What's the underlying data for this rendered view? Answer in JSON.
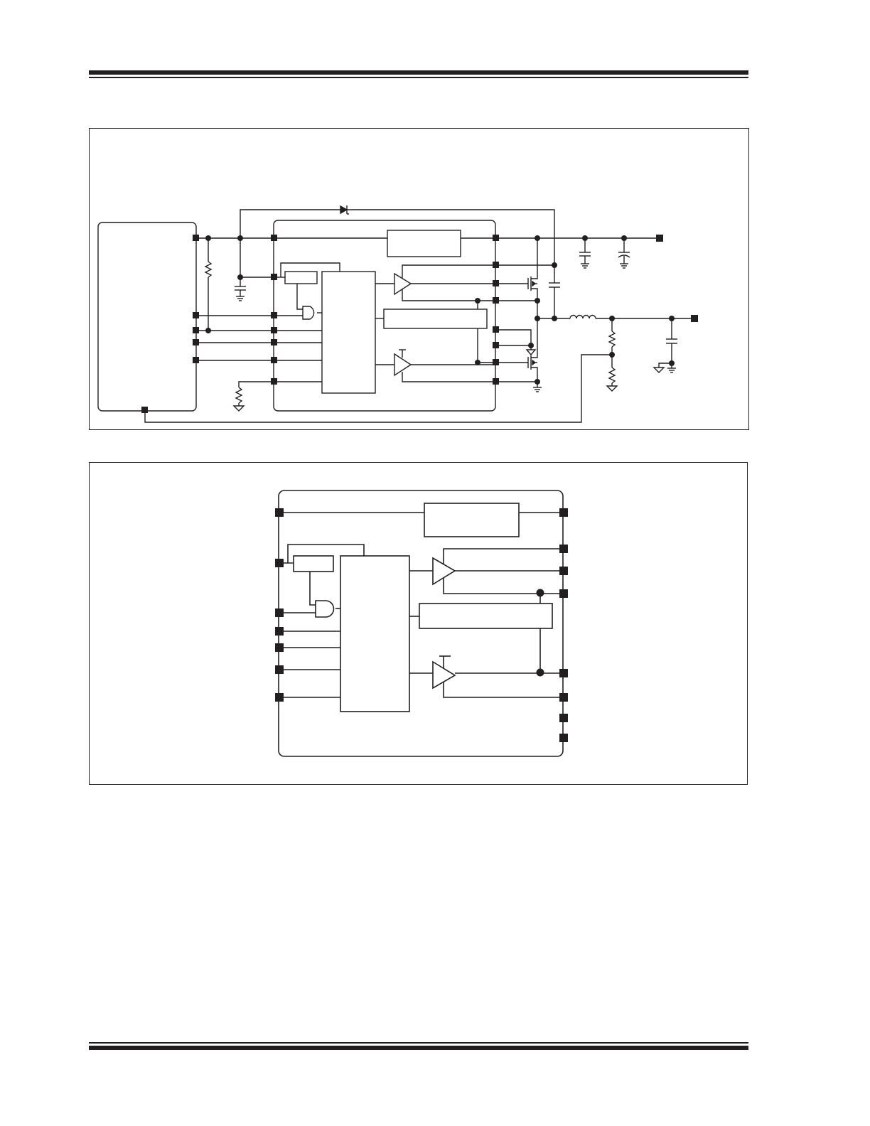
{
  "document": {
    "header_rules": "double",
    "footer_rules": "double"
  },
  "colors": {
    "ink": "#231f20",
    "paper": "#ffffff"
  },
  "figures": [
    {
      "id": "typical-application-circuit",
      "text_labels": []
    },
    {
      "id": "functional-block-diagram",
      "text_labels": []
    }
  ]
}
